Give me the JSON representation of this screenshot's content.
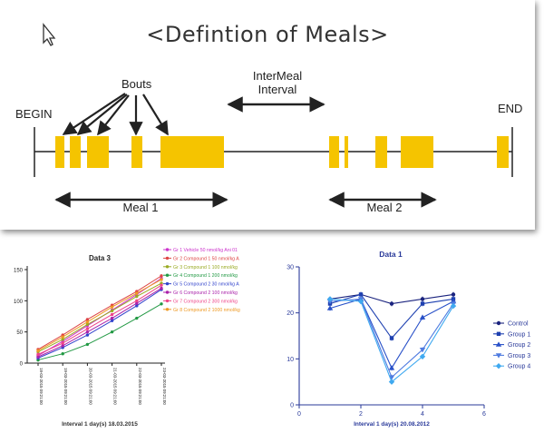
{
  "diagram": {
    "title": "<Defintion of Meals>",
    "labels": {
      "begin": "BEGIN",
      "end": "END",
      "bouts": "Bouts",
      "intermeal_line1": "InterMeal",
      "intermeal_line2": "Interval",
      "meal1": "Meal 1",
      "meal2": "Meal 2"
    },
    "colors": {
      "bout": "#f5c400",
      "line": "#222222"
    }
  },
  "chart_data": [
    {
      "type": "line",
      "title": "Data 3",
      "xlabel": "Interval 1 day(s) 18.03.2015",
      "ylabel": "",
      "ylim": [
        0,
        150
      ],
      "yticks": [
        0,
        50,
        100,
        150
      ],
      "categories": [
        "18-03-2015 09:21:00",
        "19-03-2015 09:21:00",
        "20-03-2015 09:21:00",
        "21-03-2015 09:21:00",
        "22-03-2015 09:21:00",
        "23-03-2015 09:21:00"
      ],
      "series": [
        {
          "name": "Gr 1 Vehicle 50 nmol/kg Ani 01",
          "color": "#cc33cc",
          "values": [
            12,
            35,
            60,
            85,
            110,
            136
          ]
        },
        {
          "name": "Gr 2 Compound 1 50 nmol/kg A",
          "color": "#dd4444",
          "values": [
            22,
            45,
            70,
            93,
            115,
            140
          ]
        },
        {
          "name": "Gr 3 Compound 1 100 nmol/kg",
          "color": "#99aa22",
          "values": [
            18,
            38,
            62,
            84,
            107,
            128
          ]
        },
        {
          "name": "Gr 4 Compound 1 200 nmol/kg",
          "color": "#229944",
          "values": [
            5,
            15,
            30,
            50,
            72,
            95
          ]
        },
        {
          "name": "Gr 5 Compound 2 30 nmol/kg A",
          "color": "#3344cc",
          "values": [
            8,
            25,
            45,
            68,
            92,
            118
          ]
        },
        {
          "name": "Gr 6 Compound 2 100 nmol/kg",
          "color": "#aa22aa",
          "values": [
            10,
            28,
            50,
            72,
            96,
            120
          ]
        },
        {
          "name": "Gr 7 Compound 2 300 nmol/kg",
          "color": "#ee4488",
          "values": [
            14,
            32,
            55,
            78,
            100,
            125
          ]
        },
        {
          "name": "Gr 8 Compound 2 1000 nmol/kg",
          "color": "#ee9922",
          "values": [
            20,
            42,
            66,
            90,
            112,
            134
          ]
        }
      ]
    },
    {
      "type": "line",
      "title": "Data 1",
      "xlabel": "Interval 1 day(s) 20.08.2012",
      "ylabel": "",
      "xlim": [
        0,
        6
      ],
      "ylim": [
        0,
        30
      ],
      "xticks": [
        0,
        2,
        4,
        6
      ],
      "yticks": [
        0,
        10,
        20,
        30
      ],
      "x": [
        1,
        2,
        3,
        4,
        5
      ],
      "series": [
        {
          "name": "Control",
          "color": "#1a237e",
          "marker": "circle",
          "values": [
            23,
            24,
            22,
            23,
            24
          ]
        },
        {
          "name": "Group 1",
          "color": "#1e40b0",
          "marker": "square",
          "values": [
            22,
            24,
            14.5,
            22,
            23
          ]
        },
        {
          "name": "Group 2",
          "color": "#2850c8",
          "marker": "triangle-up",
          "values": [
            21,
            23,
            8,
            19,
            22.5
          ]
        },
        {
          "name": "Group 3",
          "color": "#4f7be0",
          "marker": "triangle-down",
          "values": [
            22.5,
            23,
            6,
            12,
            22
          ]
        },
        {
          "name": "Group 4",
          "color": "#3fa9f0",
          "marker": "diamond",
          "values": [
            23,
            22.5,
            5,
            10.5,
            21.5
          ]
        }
      ]
    }
  ]
}
